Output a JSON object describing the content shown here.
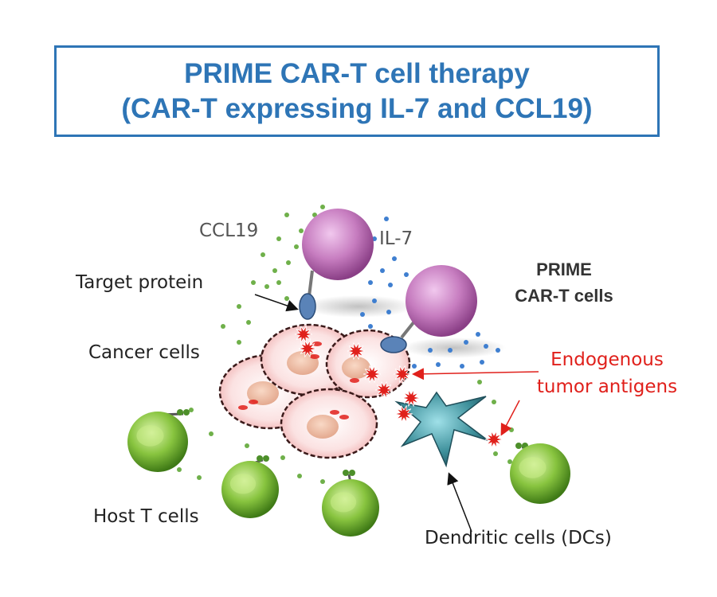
{
  "title": {
    "line1": "PRIME CAR-T cell therapy",
    "line2": "(CAR-T expressing IL-7 and CCL19)"
  },
  "labels": {
    "ccl19": "CCL19",
    "il7": "IL-7",
    "prime_line1": "PRIME",
    "prime_line2": "CAR-T cells",
    "target_protein": "Target protein",
    "cancer_cells": "Cancer cells",
    "endogenous_line1": "Endogenous",
    "endogenous_line2": "tumor antigens",
    "host_t_cells": "Host T cells",
    "dendritic_cells": "Dendritic cells (DCs)"
  },
  "colors": {
    "title": "#2e75b6",
    "antigen_red": "#e0201b",
    "car_t_cell": "#c77dc0",
    "host_t_cell": "#7fbf3a",
    "dendritic_cell": "#3d8f9a",
    "cancer_cell": "#f6c9c9",
    "il7_dot": "#3f7fd0",
    "ccl19_dot": "#6fb04a"
  }
}
